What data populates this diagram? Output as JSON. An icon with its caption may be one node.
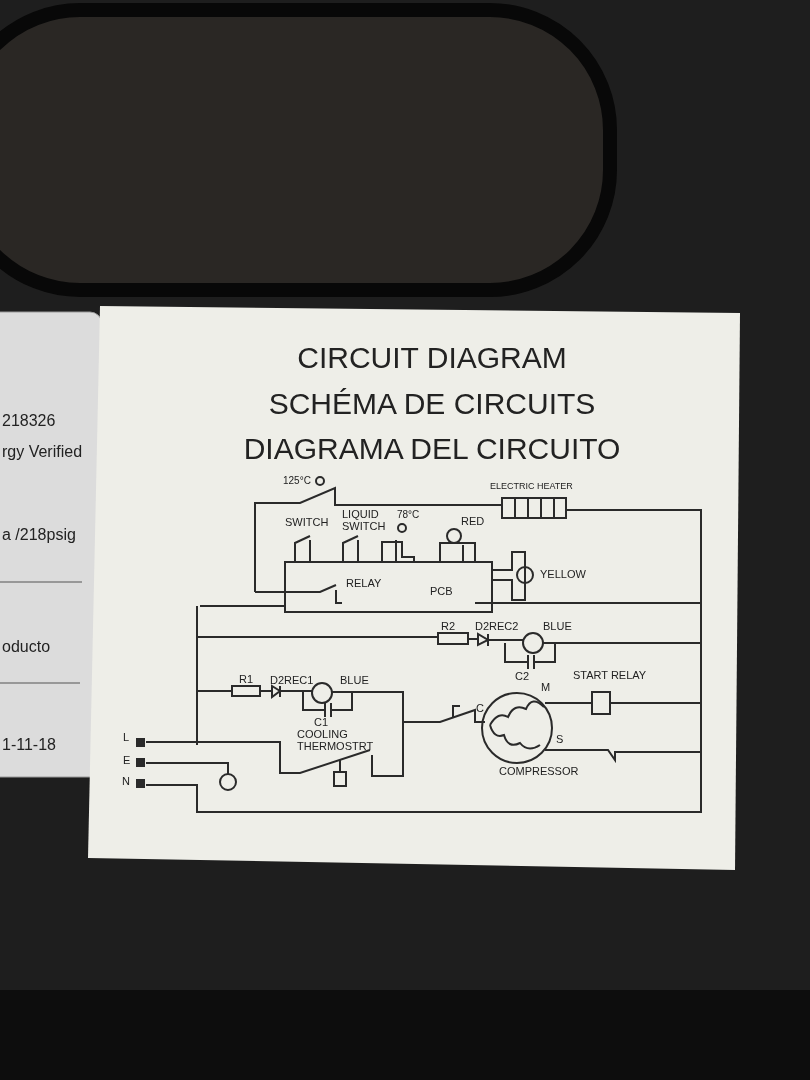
{
  "diagram": {
    "title": "CIRCUIT DIAGRAM",
    "labels": [
      "218326",
      "rgy Verified",
      "a /218psig",
      "oducto",
      "1-11-18",
      "SCHÉMA DE CIRCUITS",
      "DIAGRAMA DEL CIRCUITO",
      "125°C",
      "ELECTRIC HEATER",
      "SWITCH",
      "LIQUID SWITCH",
      "78°C",
      "RED",
      "YELLOW",
      "RELAY",
      "PCB",
      "R2",
      "D2REC2",
      "BLUE",
      "C2",
      "START RELAY",
      "M",
      "R1",
      "D2REC1",
      "BLUE",
      "C1",
      "C",
      "L",
      "COOLING THERMOSTRT",
      "E",
      "S",
      "COMPRESSOR",
      "N"
    ]
  }
}
